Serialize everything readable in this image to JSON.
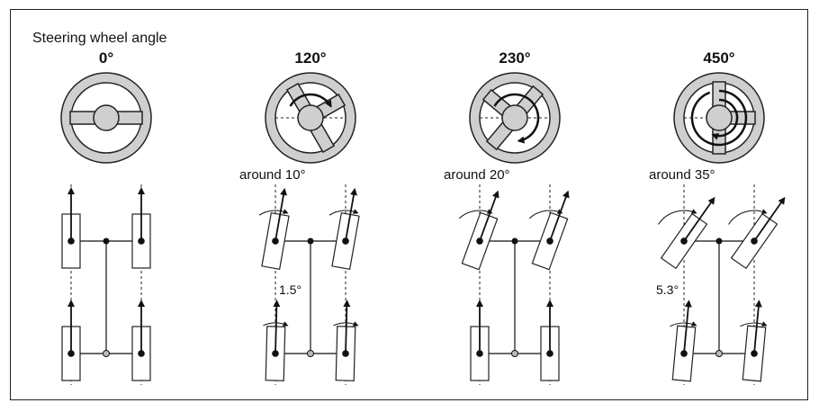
{
  "title": "Steering wheel angle",
  "panels": [
    {
      "angle_label": "0°",
      "wheel_rotation": 0,
      "front_steer": 0,
      "rear_steer": 0,
      "around_label": "",
      "rear_label": "",
      "arc_sweep": 0
    },
    {
      "angle_label": "120°",
      "wheel_rotation": 120,
      "front_steer": 10,
      "rear_steer": 1.5,
      "around_label": "around 10°",
      "rear_label": "1.5°",
      "arc_sweep": 120
    },
    {
      "angle_label": "230°",
      "wheel_rotation": 230,
      "front_steer": 20,
      "rear_steer": 0,
      "around_label": "around 20°",
      "rear_label": "",
      "arc_sweep": 230
    },
    {
      "angle_label": "450°",
      "wheel_rotation": 450,
      "front_steer": 35,
      "rear_steer": 5.3,
      "around_label": "around 35°",
      "rear_label": "5.3°",
      "arc_sweep": 450
    }
  ],
  "colors": {
    "line": "#111111",
    "wheel_gray": "#cfcfcf",
    "stroke": "#222222"
  }
}
